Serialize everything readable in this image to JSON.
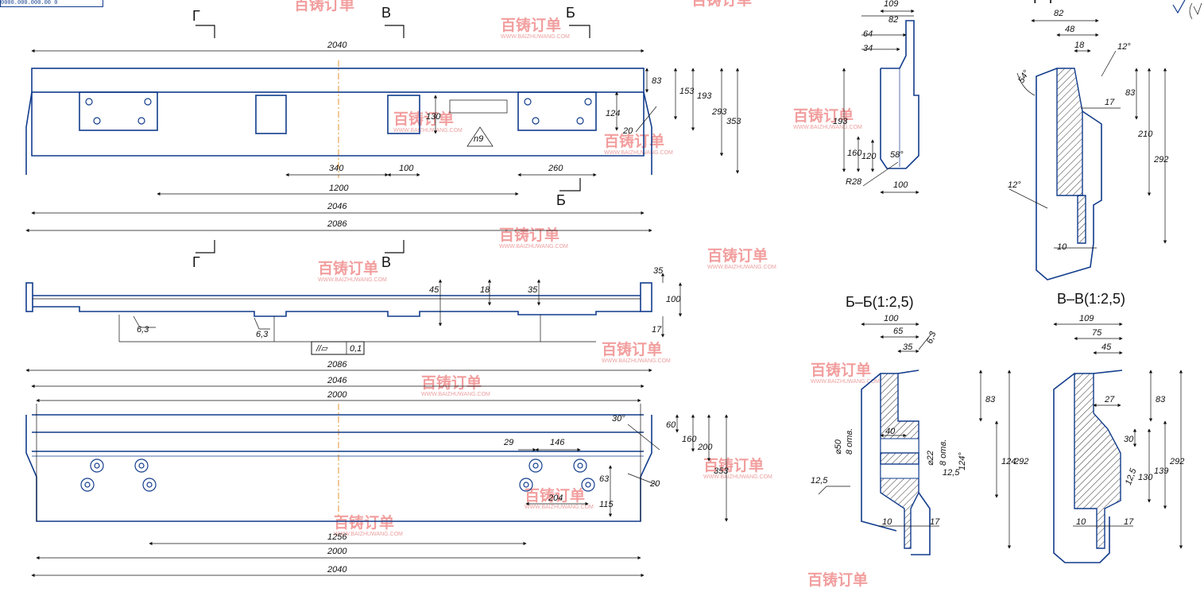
{
  "drawing": {
    "identifier": "0000.000.000.00 0",
    "accent_color": "#123c8c",
    "centerline_color": "#e07a00",
    "watermark": {
      "text_cn": "百铸订单",
      "text_en": "WWW.BAIZHUWANG.COM",
      "color": "#e85050"
    }
  },
  "sections": {
    "g_top": "Г",
    "v_top": "В",
    "b_top": "Б",
    "b_bottom": "Б",
    "g_mid": "Г",
    "v_mid": "В",
    "g_view": "Г–Г",
    "b_view": "Б–Б(1:2,5)",
    "v_view": "В–В(1:2,5)"
  },
  "front_view": {
    "dims": {
      "top": "2040",
      "d83": "83",
      "d153": "153",
      "d193": "193",
      "d293": "293",
      "d353": "353",
      "d130": "130",
      "d124": "124",
      "d20": "20",
      "d340": "340",
      "d100": "100",
      "d260": "260",
      "d1200": "1200",
      "d2046": "2046",
      "d2086": "2086"
    },
    "flag": "n9"
  },
  "side_view": {
    "dims": {
      "d45": "45",
      "d18": "18",
      "d35a": "35",
      "d35b": "35",
      "d100": "100",
      "d17": "17",
      "r1": "6,3",
      "r2": "6,3",
      "tol": "0,1"
    }
  },
  "bottom_view": {
    "dims": {
      "d2086": "2086",
      "d2046": "2046",
      "d2000a": "2000",
      "ang": "30°",
      "d60": "60",
      "d160": "160",
      "d200": "200",
      "d353": "353",
      "d29": "29",
      "d146": "146",
      "d63": "63",
      "d115": "115",
      "d20": "20",
      "d204": "204",
      "d1256": "1256",
      "d2000b": "2000",
      "d2040": "2040"
    }
  },
  "detail_a": {
    "dims": {
      "d109": "109",
      "d82": "82",
      "d64": "64",
      "d34": "34",
      "d193": "193",
      "d160": "160",
      "d120": "120",
      "ang": "58°",
      "r28": "R28",
      "d100": "100"
    }
  },
  "detail_g": {
    "dims": {
      "d82": "82",
      "d48": "48",
      "d18": "18",
      "ang1": "12°",
      "ang2": "54°",
      "d17": "17",
      "d83": "83",
      "d210": "210",
      "d292": "292",
      "ang3": "12°",
      "d10": "10"
    }
  },
  "detail_b": {
    "dims": {
      "d100": "100",
      "d65": "65",
      "d35": "35",
      "r63": "6,3",
      "d40": "40",
      "phi50": "⌀50",
      "holes8a": "8 отв.",
      "phi22": "⌀22",
      "holes8b": "8 отв.",
      "d12_5a": "12,5",
      "d12_5b": "12,5",
      "ang": "124°",
      "d83": "83",
      "d124": "124",
      "d292": "292",
      "d10": "10",
      "d17": "17"
    }
  },
  "detail_v": {
    "dims": {
      "d109": "109",
      "d75": "75",
      "d45": "45",
      "d27": "27",
      "d83": "83",
      "d30": "30",
      "d12_5": "12,5",
      "d130": "130",
      "d139": "139",
      "d292": "292",
      "d10": "10",
      "d17": "17"
    }
  }
}
